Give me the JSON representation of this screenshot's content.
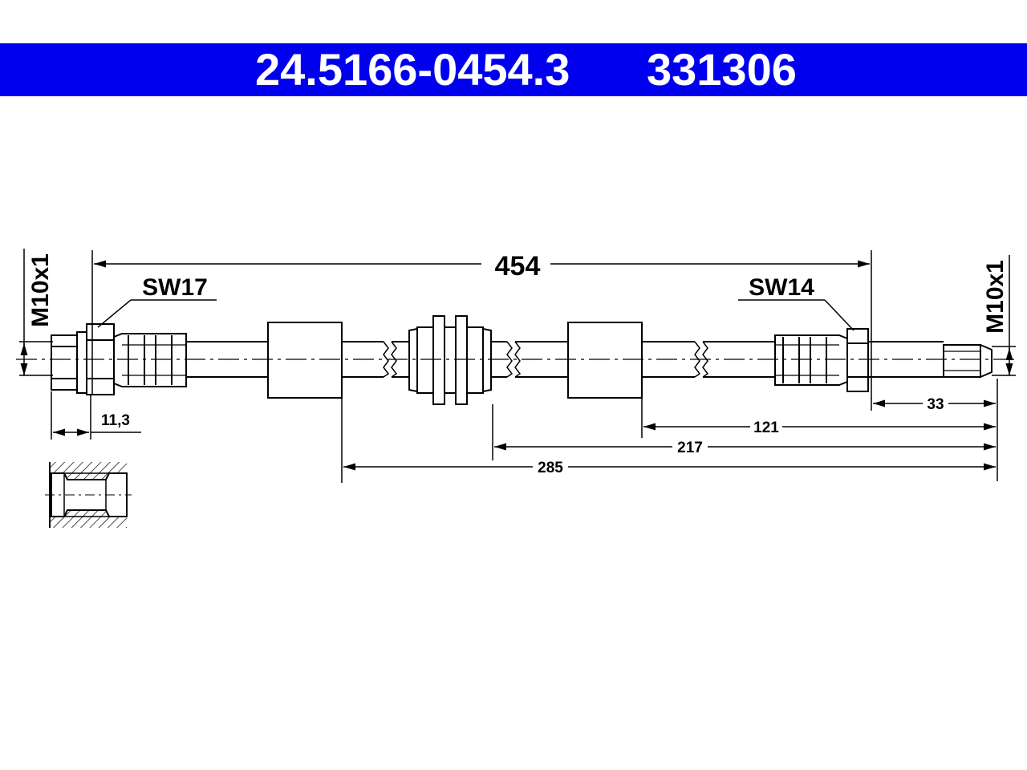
{
  "header": {
    "part_number": "24.5166-0454.3",
    "ref_number": "331306",
    "banner_color": "#0000ee"
  },
  "drawing": {
    "total_length": "454",
    "left_wrench_size": "SW17",
    "right_wrench_size": "SW14",
    "left_thread": "M10x1",
    "right_thread": "M10x1",
    "left_nut_offset": "11,3",
    "dim_33": "33",
    "dim_121": "121",
    "dim_217": "217",
    "dim_285": "285"
  }
}
